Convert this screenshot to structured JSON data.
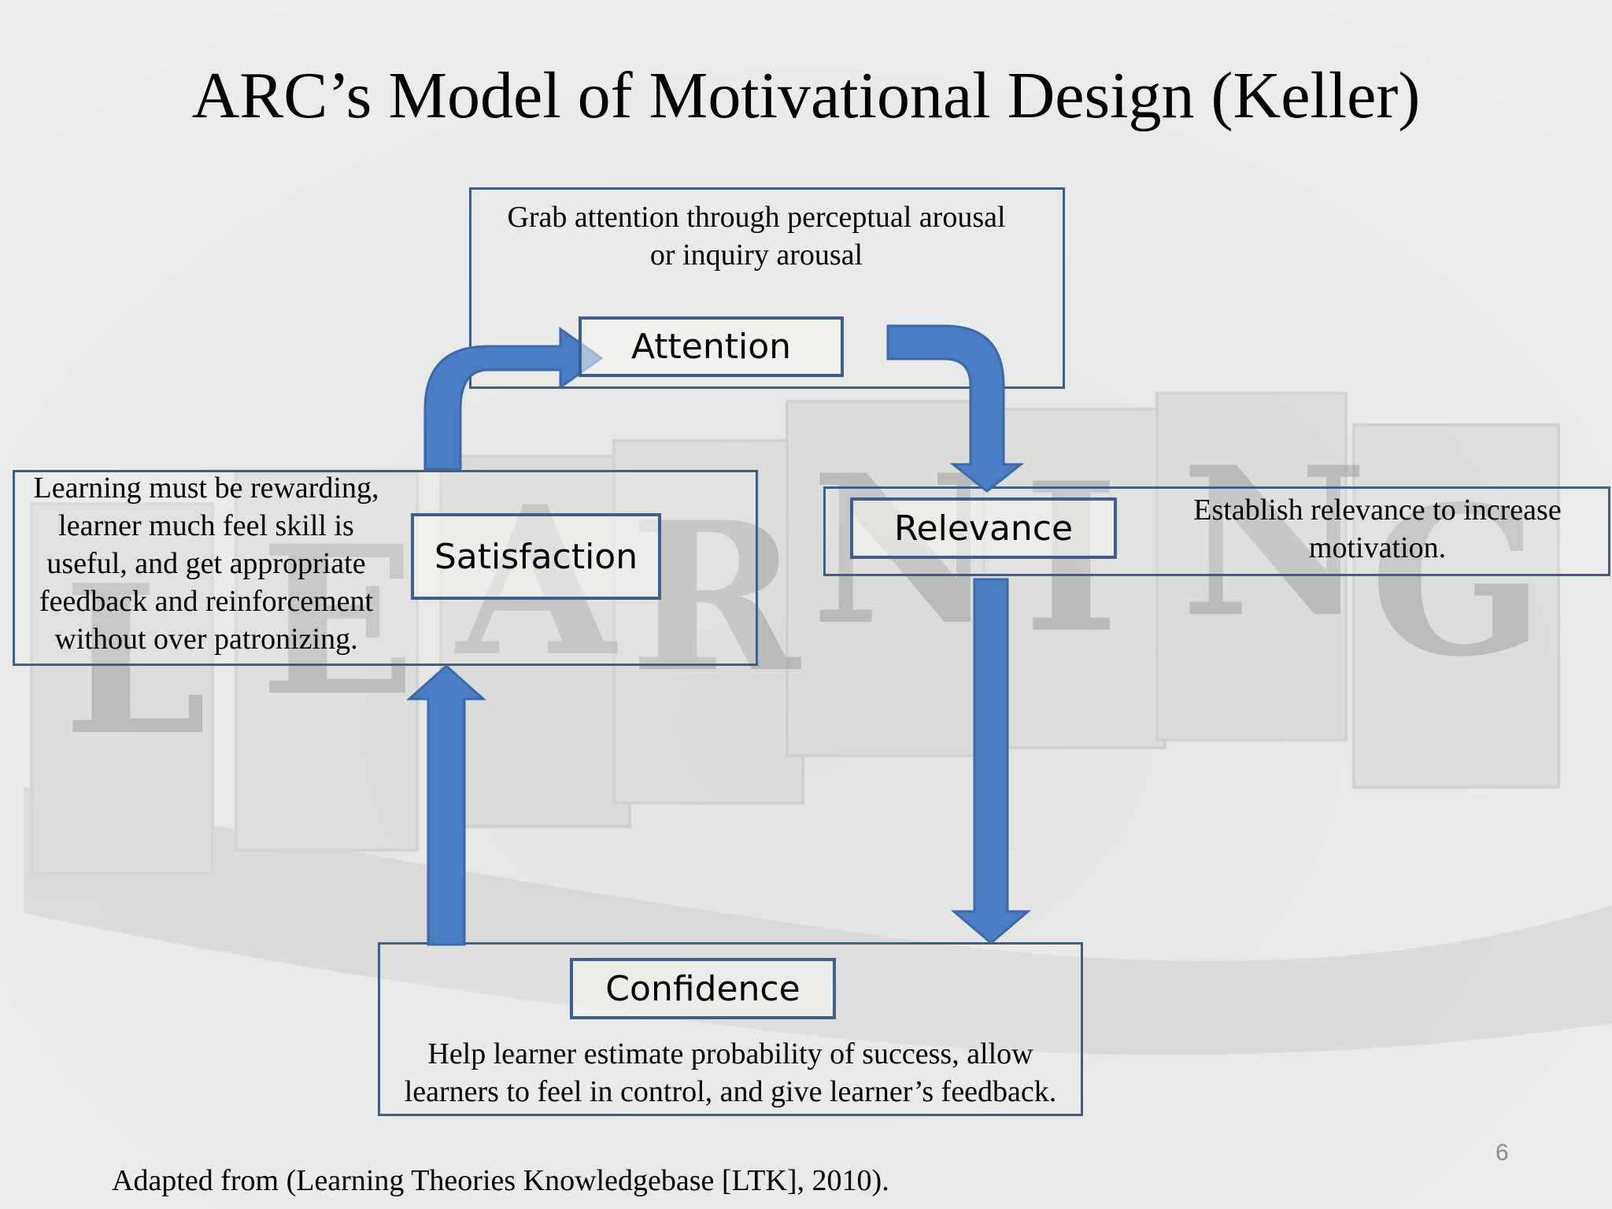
{
  "title": "ARC’s Model of Motivational Design (Keller)",
  "attention": {
    "label": "Attention",
    "description": [
      "Grab attention through perceptual arousal",
      "or inquiry arousal"
    ]
  },
  "relevance": {
    "label": "Relevance",
    "description": [
      "Establish relevance to increase",
      "motivation."
    ]
  },
  "confidence": {
    "label": "Confidence",
    "description": [
      "Help learner estimate probability of success,  allow",
      "learners to feel in control, and give learner’s feedback."
    ]
  },
  "satisfaction": {
    "label": "Satisfaction",
    "description": [
      "Learning must be rewarding,",
      "learner much feel skill is",
      "useful, and get appropriate",
      "feedback and reinforcement",
      "without over patronizing."
    ]
  },
  "background_word": "LEARNING",
  "footnote": "Adapted from (Learning Theories Knowledgebase  [LTK], 2010).",
  "page_number": "6",
  "colors": {
    "box_border": "#3c5f8f",
    "arrow_fill": "#4a7ec4",
    "arrow_stroke": "#3a6aa8"
  }
}
